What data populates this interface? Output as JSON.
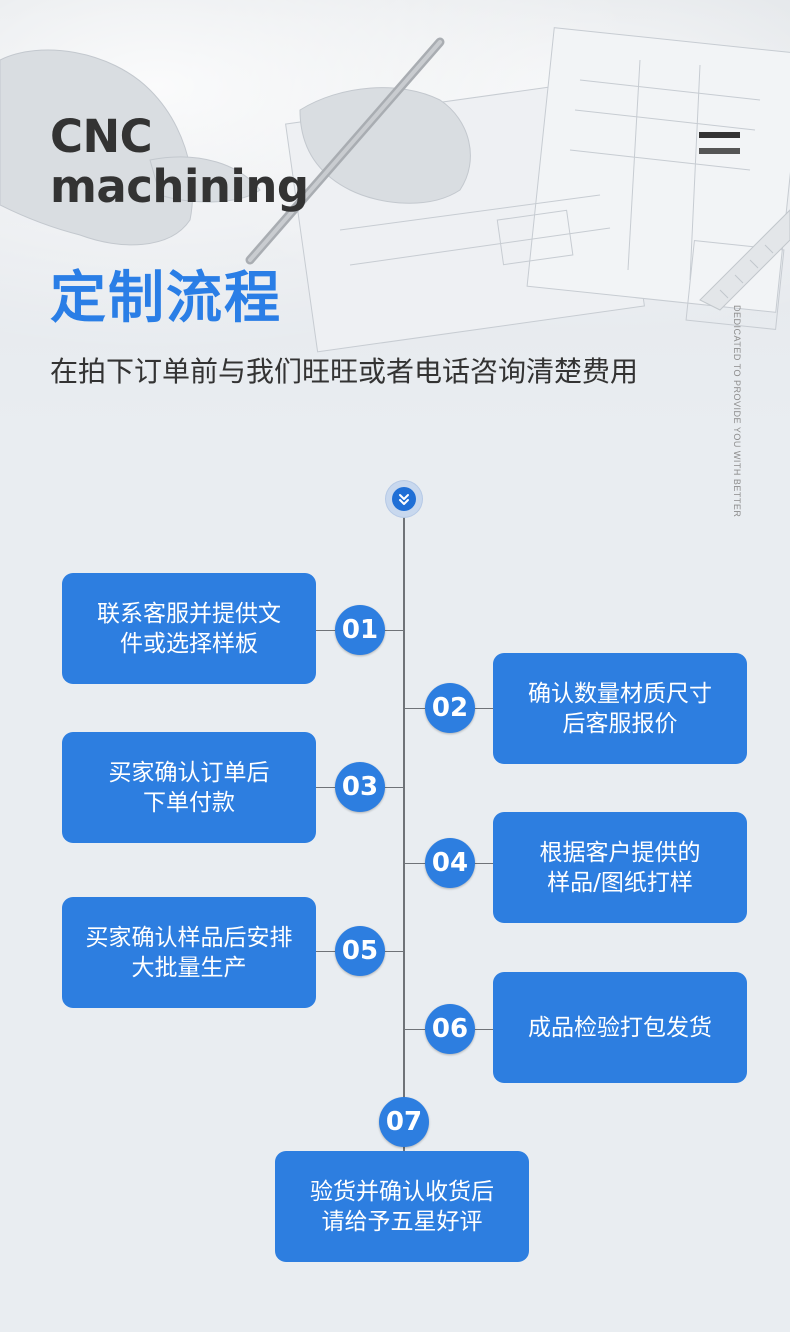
{
  "header": {
    "title_line1": "CNC",
    "title_line2": "machining",
    "title_cn": "定制流程",
    "subtitle": "在拍下订单前与我们旺旺或者电话咨询清楚费用",
    "vertical_tag": "DEDICATED TO PROVIDE YOU WITH BETTER",
    "menu_icon": "hamburger-menu-icon"
  },
  "colors": {
    "accent": "#2d7ee0",
    "title_blue": "#2a7ee6",
    "text_dark": "#333333",
    "background": "#e9edf1"
  },
  "timeline": {
    "start_icon": "chevron-double-down-icon",
    "steps": [
      {
        "number": "01",
        "text": "联系客服并提供文\n件或选择样板",
        "side": "left"
      },
      {
        "number": "02",
        "text": "确认数量材质尺寸\n后客服报价",
        "side": "right"
      },
      {
        "number": "03",
        "text": "买家确认订单后\n下单付款",
        "side": "left"
      },
      {
        "number": "04",
        "text": "根据客户提供的\n样品/图纸打样",
        "side": "right"
      },
      {
        "number": "05",
        "text": "买家确认样品后安排\n大批量生产",
        "side": "left"
      },
      {
        "number": "06",
        "text": "成品检验打包发货",
        "side": "right"
      },
      {
        "number": "07",
        "text": "验货并确认收货后\n请给予五星好评",
        "side": "bottom"
      }
    ]
  }
}
